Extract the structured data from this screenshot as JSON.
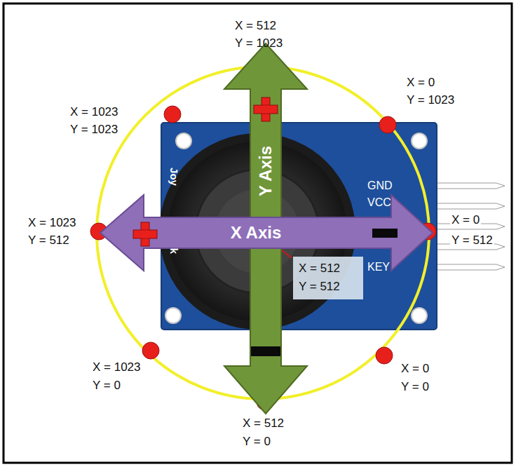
{
  "diagram": {
    "nodes": [
      {
        "text": [
          "Y Axis"
        ]
      },
      {
        "text": [
          "X Axis"
        ]
      },
      {
        "text": [
          "X = 512",
          "Y = 512"
        ]
      }
    ],
    "labels": [
      "X = 512",
      "Y = 1023",
      "X = 1023",
      "Y = 1023",
      "X = 0",
      "Y = 1023",
      "GND",
      "VCC",
      "Joy",
      "X = 1023",
      "Y = 512",
      "X = 0",
      "Y = 512",
      "k",
      "KEY",
      "X = 1023",
      "Y = 0",
      "X = 0",
      "Y = 0",
      "X = 512",
      "Y = 0"
    ]
  }
}
